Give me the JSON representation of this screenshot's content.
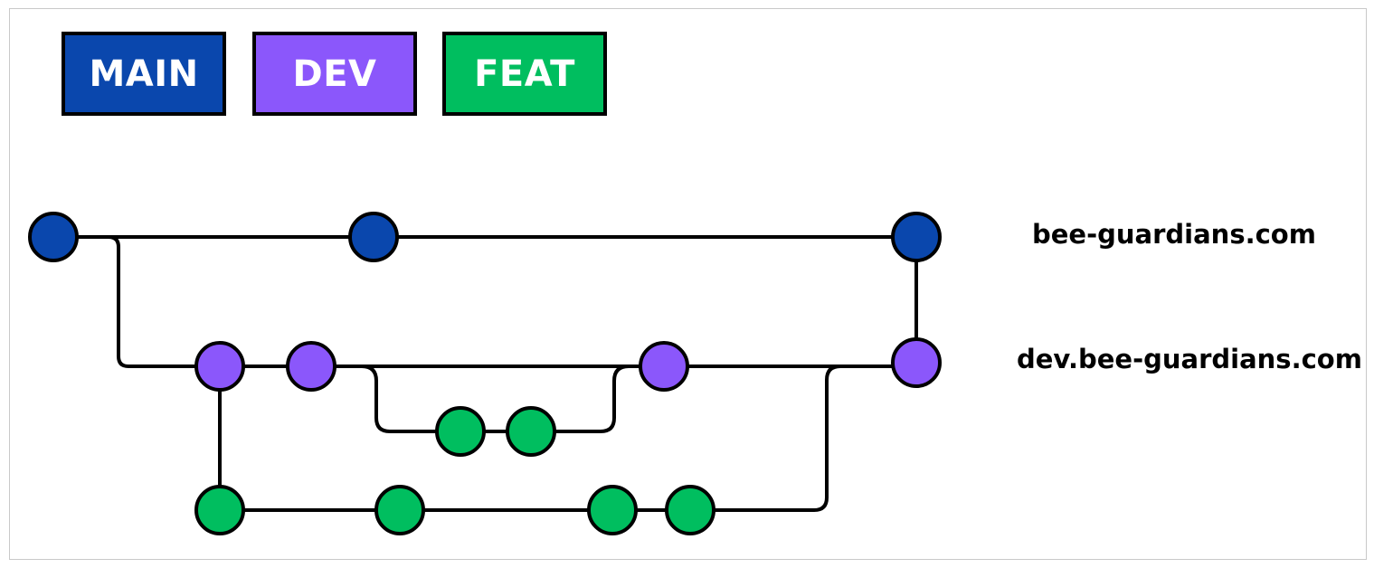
{
  "legend": {
    "main": {
      "label": "MAIN",
      "color": "#0a47ad"
    },
    "dev": {
      "label": "DEV",
      "color": "#8b57fb"
    },
    "feat": {
      "label": "FEAT",
      "color": "#00be5f"
    }
  },
  "environments": {
    "production": "bee-guardians.com",
    "development": "dev.bee-guardians.com"
  },
  "colors": {
    "line": "#000000",
    "background": "#ffffff",
    "frame_border": "#c9c9c9"
  }
}
